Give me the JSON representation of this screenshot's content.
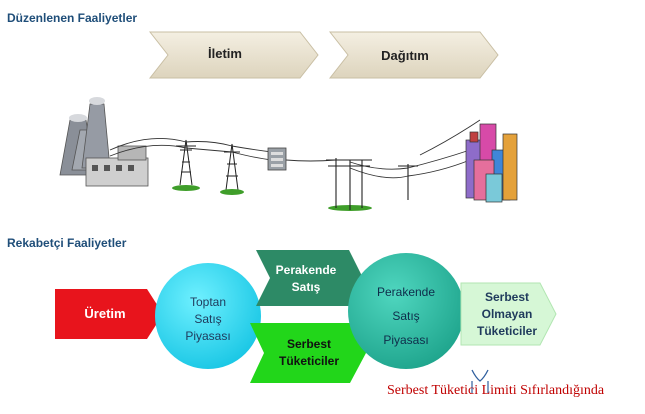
{
  "regulated": {
    "title": "Düzenlenen Faaliyetler",
    "stages": [
      "İletim",
      "Dağıtım"
    ]
  },
  "competitive": {
    "title": "Rekabetçi Faaliyetler",
    "generation": "Üretim",
    "wholesale": [
      "Toptan",
      "Satış",
      "Piyasası"
    ],
    "retail_sales": [
      "Perakende",
      "Satış"
    ],
    "free_consumers": [
      "Serbest",
      "Tüketiciler"
    ],
    "retail_market": [
      "Perakende",
      "Satış",
      "Piyasası"
    ],
    "non_free": [
      "Serbest",
      "Olmayan",
      "Tüketiciler"
    ],
    "threshold_note": "Serbest Tüketici Limiti Sıfırlandığında"
  },
  "colors": {
    "title": "#1f4e79",
    "chevron": "#ece6d6",
    "generation": "#e8141c",
    "wholesale": "#2cd6f0",
    "retail_sales": "#2d8a66",
    "free_consumers": "#22d61a",
    "retail_market": "#2abfa6",
    "non_free": "#d6f7d6",
    "note": "#c00000"
  }
}
